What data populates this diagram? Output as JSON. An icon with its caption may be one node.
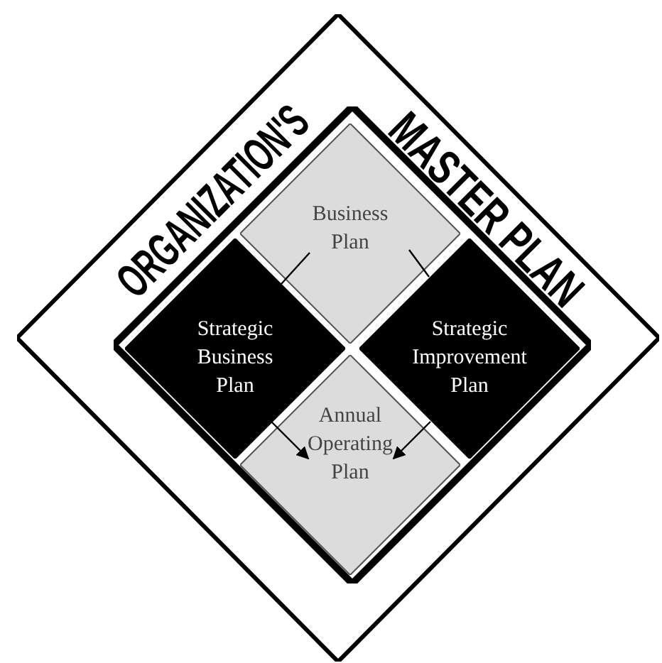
{
  "diagram": {
    "nodes": [
      {
        "text": [
          "ORGANIZATION'S",
          "MASTER PLAN"
        ]
      },
      {
        "text": [],
        "shape": "diamond",
        "in": 0
      },
      {
        "text": [
          "Business Plan"
        ],
        "in": 1
      },
      {
        "text": [
          "Strategic Business Plan"
        ],
        "in": 1
      },
      {
        "text": [
          "Strategic Improvement Plan"
        ],
        "in": 1
      },
      {
        "text": [
          "Annual Operating Plan"
        ],
        "in": 1
      }
    ],
    "edges": [
      {
        "from": 2,
        "to": 3,
        "arrow": "none"
      },
      {
        "from": 2,
        "to": 4,
        "arrow": "none"
      },
      {
        "from": 3,
        "to": 5,
        "arrow": "to"
      },
      {
        "from": 4,
        "to": 5,
        "arrow": "to"
      }
    ]
  }
}
